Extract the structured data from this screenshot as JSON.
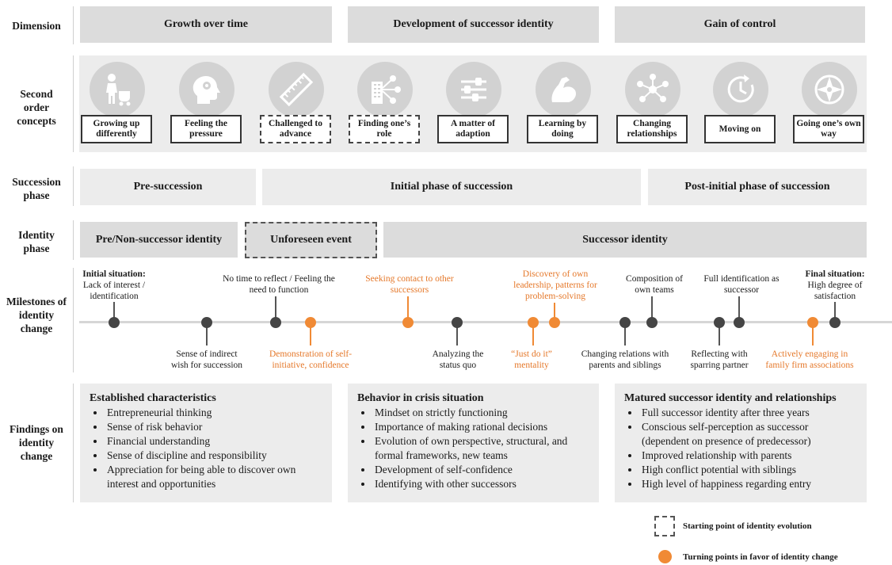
{
  "row_labels": {
    "dimension": "Dimension",
    "second_order": "Second order concepts",
    "succession_phase": "Succession phase",
    "identity_phase": "Identity phase",
    "milestones": "Milestones of identity change",
    "findings": "Findings on identity change"
  },
  "dimensions": [
    "Growth over time",
    "Development of successor identity",
    "Gain of control"
  ],
  "concepts": [
    {
      "label": "Growing up differently",
      "icon": "parent-stroller-icon",
      "dashed": false
    },
    {
      "label": "Feeling the pressure",
      "icon": "head-gears-icon",
      "dashed": false
    },
    {
      "label": "Challenged to advance",
      "icon": "ruler-icon",
      "dashed": true
    },
    {
      "label": "Finding one’s role",
      "icon": "building-network-icon",
      "dashed": true
    },
    {
      "label": "A matter of adaption",
      "icon": "sliders-icon",
      "dashed": false
    },
    {
      "label": "Learning by doing",
      "icon": "flexed-arm-icon",
      "dashed": false
    },
    {
      "label": "Changing relationships",
      "icon": "people-network-icon",
      "dashed": false
    },
    {
      "label": "Moving on",
      "icon": "clock-arrow-icon",
      "dashed": false
    },
    {
      "label": "Going one’s own way",
      "icon": "compass-icon",
      "dashed": false
    }
  ],
  "succession_phases": [
    "Pre-succession",
    "Initial phase of succession",
    "Post-initial phase of succession"
  ],
  "identity_phases": [
    "Pre/Non-successor identity",
    "Unforeseen event",
    "Successor identity"
  ],
  "milestones": {
    "above": [
      {
        "bold": "Initial situation:",
        "text": "Lack of interest / identification",
        "type": "grey"
      },
      {
        "text": "No time to reflect / Feeling the need to function",
        "type": "grey"
      },
      {
        "text": "Seeking contact to other successors",
        "type": "orange"
      },
      {
        "text": "Discovery of own leadership, patterns for problem-solving",
        "type": "orange"
      },
      {
        "text": "Composition of own teams",
        "type": "grey"
      },
      {
        "text": "Full identification as successor",
        "type": "grey"
      },
      {
        "bold": "Final situation:",
        "text": "High degree of satisfaction",
        "type": "grey"
      }
    ],
    "below": [
      {
        "text": "Sense of indirect wish for succession",
        "type": "grey"
      },
      {
        "text": "Demonstration of self-initiative, confidence",
        "type": "orange"
      },
      {
        "text": "Analyzing the status quo",
        "type": "grey"
      },
      {
        "text": "“Just do it” mentality",
        "type": "orange"
      },
      {
        "text": "Changing relations with parents and siblings",
        "type": "grey"
      },
      {
        "text": "Reflecting with sparring partner",
        "type": "grey"
      },
      {
        "text": "Actively engaging in family firm associations",
        "type": "orange"
      }
    ]
  },
  "findings": [
    {
      "title": "Established characteristics",
      "items": [
        "Entrepreneurial thinking",
        "Sense of risk behavior",
        "Financial understanding",
        "Sense of discipline and responsibility",
        "Appreciation for being able to discover own interest and opportunities"
      ]
    },
    {
      "title": "Behavior in crisis situation",
      "items": [
        "Mindset on strictly functioning",
        "Importance of making rational decisions",
        "Evolution of own perspective, structural, and formal frameworks, new teams",
        "Development of self-confidence",
        "Identifying with other successors"
      ]
    },
    {
      "title": "Matured successor identity and relationships",
      "items": [
        "Full successor identity after three years",
        "Conscious self-perception as successor (dependent on presence of predecessor)",
        "Improved relationship with parents",
        "High conflict potential with siblings",
        "High level of happiness regarding entry"
      ]
    }
  ],
  "legend": {
    "starting_point": "Starting point of identity evolution",
    "turning_points": "Turning points in favor of identity change"
  },
  "colors": {
    "orange": "#f08a35",
    "grey_box": "#dcdcdc",
    "light_box": "#ececec",
    "dot": "#454545"
  }
}
